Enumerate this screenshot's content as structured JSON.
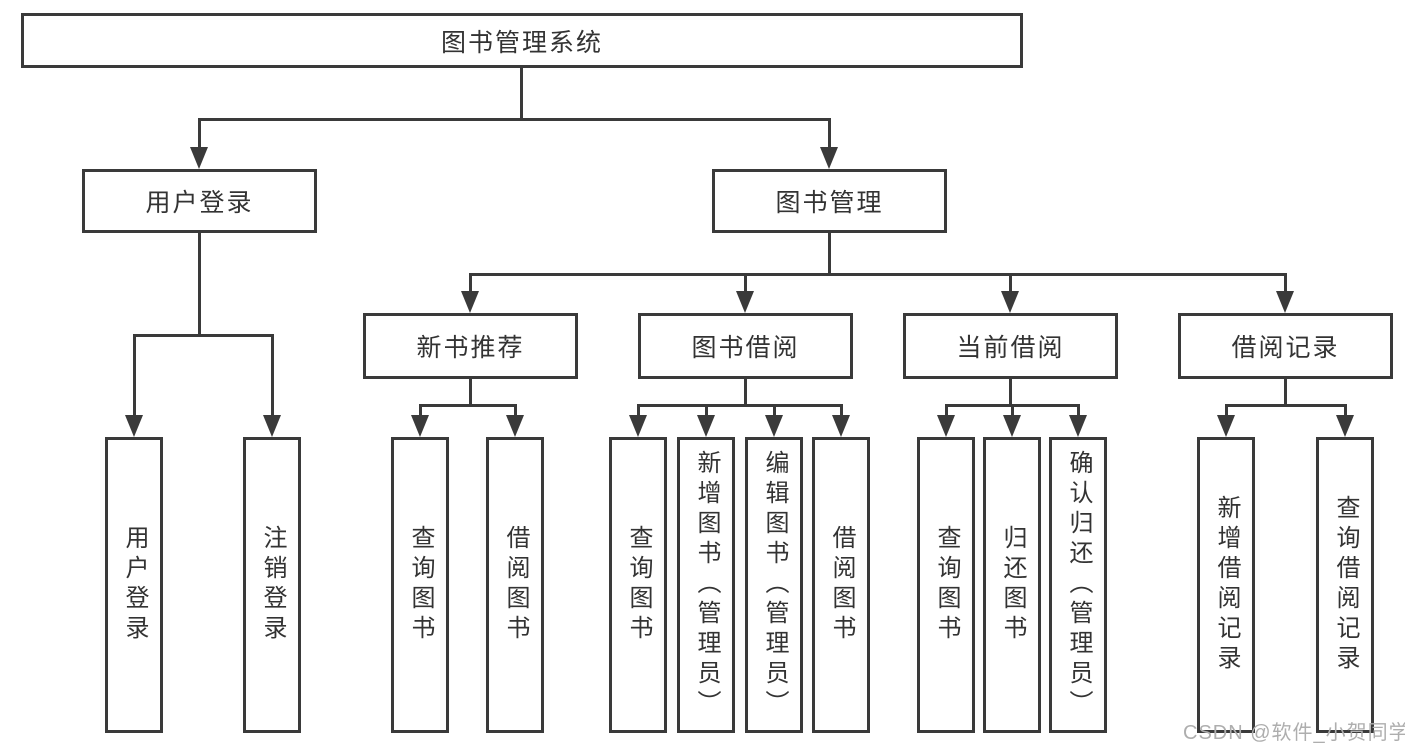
{
  "diagram": {
    "title": "图书管理系统",
    "type": "hierarchy-tree",
    "colors": {
      "line": "#3a3a3a",
      "box_border": "#3a3a3a",
      "text": "#333333",
      "background": "#ffffff",
      "watermark": "#aeaeae"
    },
    "nodes": {
      "root": {
        "label": "图书管理系统"
      },
      "level2": [
        {
          "id": "user-login",
          "label": "用户登录",
          "parent": "root"
        },
        {
          "id": "book-management",
          "label": "图书管理",
          "parent": "root"
        }
      ],
      "level3": [
        {
          "id": "new-book-recommend",
          "label": "新书推荐",
          "parent": "book-management"
        },
        {
          "id": "book-borrow",
          "label": "图书借阅",
          "parent": "book-management"
        },
        {
          "id": "current-borrow",
          "label": "当前借阅",
          "parent": "book-management"
        },
        {
          "id": "borrow-records",
          "label": "借阅记录",
          "parent": "book-management"
        }
      ],
      "leaves": [
        {
          "id": "user-login-leaf",
          "label": "用户登录",
          "parent": "user-login"
        },
        {
          "id": "logout",
          "label": "注销登录",
          "parent": "user-login"
        },
        {
          "id": "query-books-recommend",
          "label": "查询图书",
          "parent": "new-book-recommend"
        },
        {
          "id": "borrow-books-recommend",
          "label": "借阅图书",
          "parent": "new-book-recommend"
        },
        {
          "id": "query-books-borrow",
          "label": "查询图书",
          "parent": "book-borrow"
        },
        {
          "id": "add-book-admin",
          "label": "新增图书（管理员）",
          "parent": "book-borrow"
        },
        {
          "id": "edit-book-admin",
          "label": "编辑图书（管理员）",
          "parent": "book-borrow"
        },
        {
          "id": "borrow-books-borrow",
          "label": "借阅图书",
          "parent": "book-borrow"
        },
        {
          "id": "query-books-current",
          "label": "查询图书",
          "parent": "current-borrow"
        },
        {
          "id": "return-book",
          "label": "归还图书",
          "parent": "current-borrow"
        },
        {
          "id": "confirm-return-admin",
          "label": "确认归还（管理员）",
          "parent": "current-borrow"
        },
        {
          "id": "add-borrow-record",
          "label": "新增借阅记录",
          "parent": "borrow-records"
        },
        {
          "id": "query-borrow-record",
          "label": "查询借阅记录",
          "parent": "borrow-records"
        }
      ]
    },
    "watermark": "CSDN @软件_小贺同学"
  }
}
